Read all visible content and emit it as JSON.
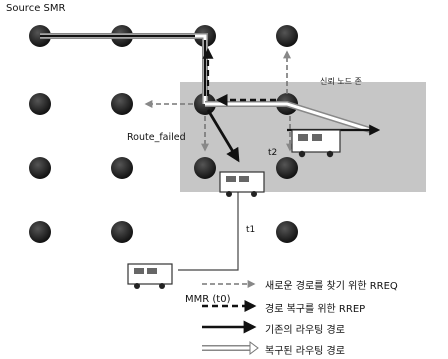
{
  "labels": {
    "source": "Source SMR",
    "route_failed": "Route_failed",
    "area": "신뢰 노드 존",
    "t2": "t2",
    "t1": "t1",
    "mmr": "MMR (t0)"
  },
  "legend": [
    {
      "text": "새로운 경로를 찾기 위한 RREQ",
      "style": "dashed-thin-gray"
    },
    {
      "text": "경로 복구를 위한 RREP",
      "style": "dashed-bold-black"
    },
    {
      "text": "기존의 라우팅 경로",
      "style": "solid-bold-black"
    },
    {
      "text": "복구된 라우팅 경로",
      "style": "double-outline-gray"
    }
  ],
  "colors": {
    "node": "#1c1c1c",
    "zone": "#c6c6c6",
    "gray_route": "#a9a9a9",
    "black_route": "#111111"
  }
}
